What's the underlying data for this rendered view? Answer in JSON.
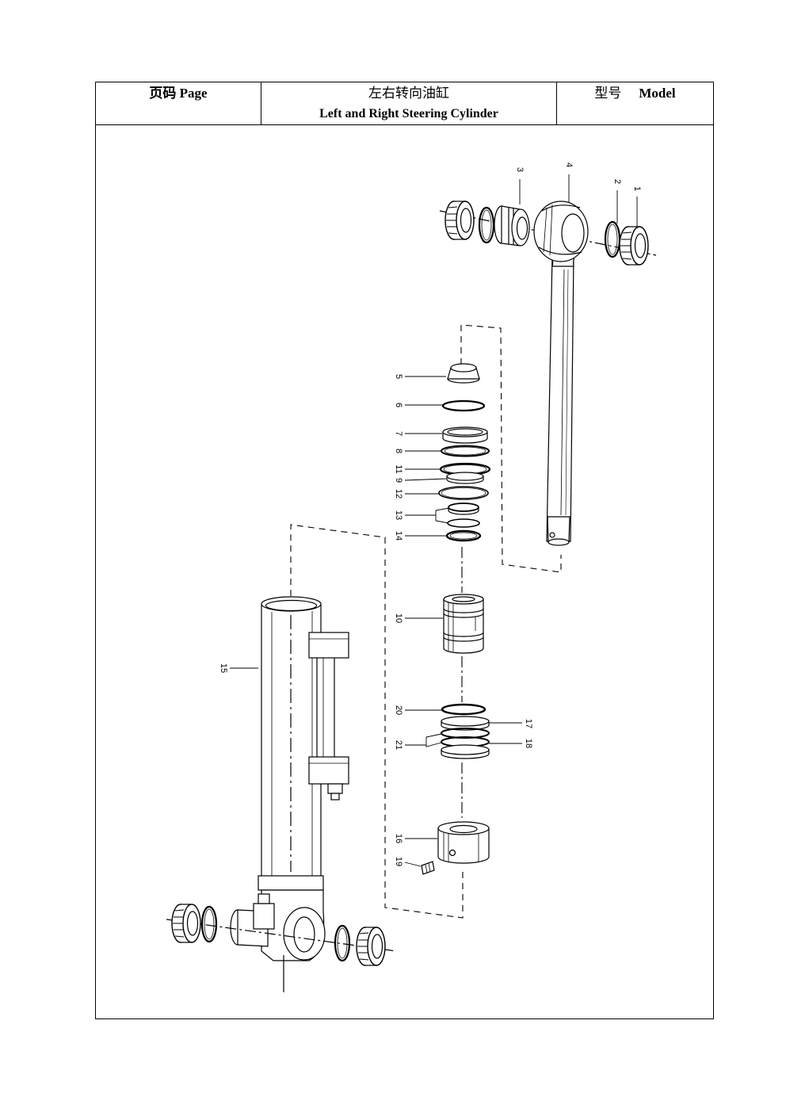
{
  "header": {
    "page_label": "页码 Page",
    "title_cn": "左右转向油缸",
    "title_en": "Left and Right Steering Cylinder",
    "model_label_cn": "型号",
    "model_label_en": "Model"
  },
  "diagram": {
    "callouts": {
      "part_1": "1",
      "part_2": "2",
      "part_3": "3",
      "part_4": "4",
      "part_5": "5",
      "part_6": "6",
      "part_7": "7",
      "part_8": "8",
      "part_9": "9",
      "part_10": "10",
      "part_11": "11",
      "part_12": "12",
      "part_13": "13",
      "part_14": "14",
      "part_15": "15",
      "part_16": "16",
      "part_17": "17",
      "part_18": "18",
      "part_19": "19",
      "part_20": "20",
      "part_21": "21"
    }
  }
}
